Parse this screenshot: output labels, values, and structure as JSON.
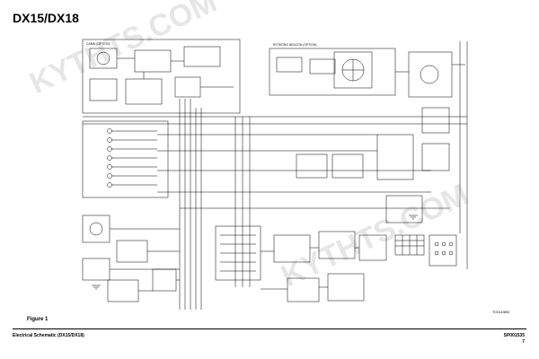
{
  "header": {
    "title": "DX15/DX18"
  },
  "sections": {
    "cabin": "CABIN (OPTION)",
    "rotating_beacon": "ROTATING BEACON (OPTION)"
  },
  "figure": {
    "label": "Figure 1",
    "drawing_id": "TO0115B0"
  },
  "footer": {
    "document": "Electrical Schematic (DX15/DX18)",
    "code": "SP001535",
    "page": "7"
  },
  "watermark": {
    "text": "KYTHTS.COM"
  },
  "colors": {
    "line": "#000000",
    "watermark": "#c9c9c9"
  }
}
